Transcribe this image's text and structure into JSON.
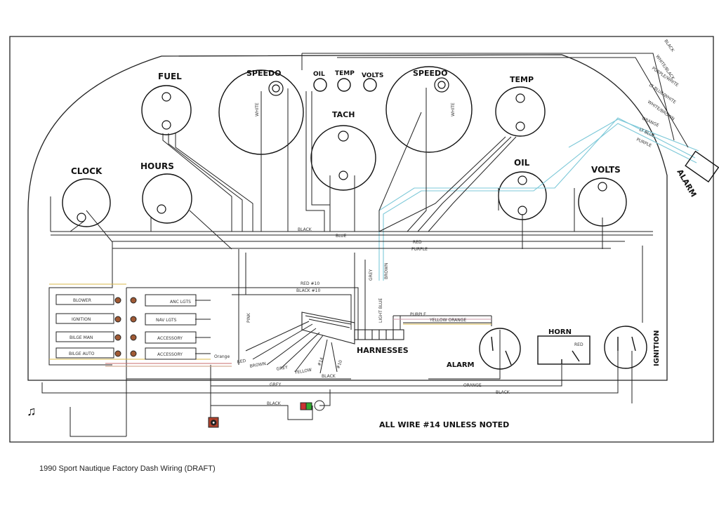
{
  "caption": "1990 Sport Nautique Factory Dash Wiring (DRAFT)",
  "gauges": {
    "fuel": "FUEL",
    "speedo_left": "SPEEDO",
    "oil_small": "OIL",
    "temp_small": "TEMP",
    "volts_small": "VOLTS",
    "speedo_right": "SPEEDO",
    "temp": "TEMP",
    "tach": "TACH",
    "clock": "CLOCK",
    "hours": "HOURS",
    "oil": "OIL",
    "volts": "VOLTS"
  },
  "wire_labels": {
    "white_left": "WHITE",
    "white_right": "WHITE",
    "black_bus": "BLACK",
    "blue_bus": "BLUE",
    "red_bus": "RED",
    "purple_bus": "PURPLE",
    "red10": "RED #10",
    "black10": "BLACK #10",
    "grey_v": "GREY",
    "brown_v": "BROWN",
    "light_blue_v": "LIGHT BLUE",
    "pink": "PINK",
    "red": "RED",
    "brown": "BROWN",
    "grey": "GREY",
    "yellow": "YELLOW",
    "black": "BLACK",
    "orange_small": "Orange",
    "purple2": "PURPLE",
    "yellow_orange": "YELLOW  ORANGE",
    "grey_bottom": "GREY",
    "orange_bottom": "ORANGE",
    "black_bottom": "BLACK",
    "black_lower": "BLACK",
    "red_horn": "RED",
    "n14": "#14",
    "n10": "#10"
  },
  "alarm_bundle": [
    "BLACK",
    "WHITE/BLACK",
    "PURPLE/WHITE",
    "LT BLUE/WHITE",
    "WHITE/BROWN",
    "ORANGE",
    "LT BLUE",
    "PURPLE"
  ],
  "switches": {
    "blower": "BLOWER",
    "ignition": "IGNITION",
    "bilge_man": "BILGE MAN",
    "bilge_auto": "BILGE AUTO",
    "anc_lgts": "ANC LGTS",
    "nav_lgts": "NAV LGTS",
    "accessory1": "ACCESSORY",
    "accessory2": "ACCESSORY"
  },
  "components": {
    "harnesses": "HARNESSES",
    "alarm": "ALARM",
    "horn": "HORN",
    "ignition": "IGNITION",
    "alarm_box": "ALARM"
  },
  "note": "ALL WIRE #14 UNLESS NOTED"
}
